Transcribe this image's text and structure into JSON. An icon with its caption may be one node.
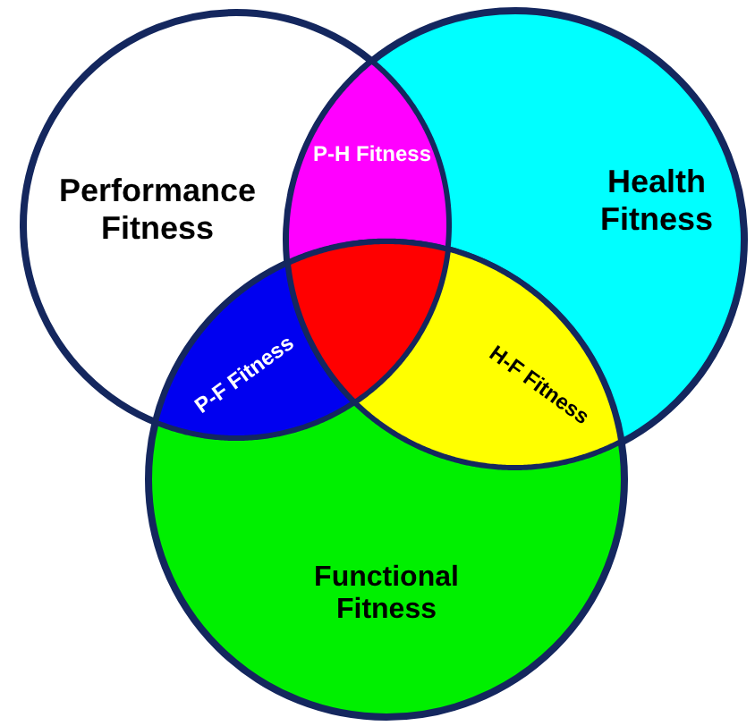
{
  "diagram": {
    "nodes": [
      {
        "text": [
          "Performance Fitness"
        ]
      },
      {
        "text": [
          "Health Fitness"
        ]
      },
      {
        "text": [
          "Functional Fitness"
        ]
      },
      {
        "text": [
          "P-H Fitness"
        ]
      },
      {
        "text": [
          "P-F Fitness"
        ]
      },
      {
        "text": [
          "H-F Fitness"
        ]
      },
      {
        "text": [],
        "shape": "triangle"
      }
    ]
  }
}
